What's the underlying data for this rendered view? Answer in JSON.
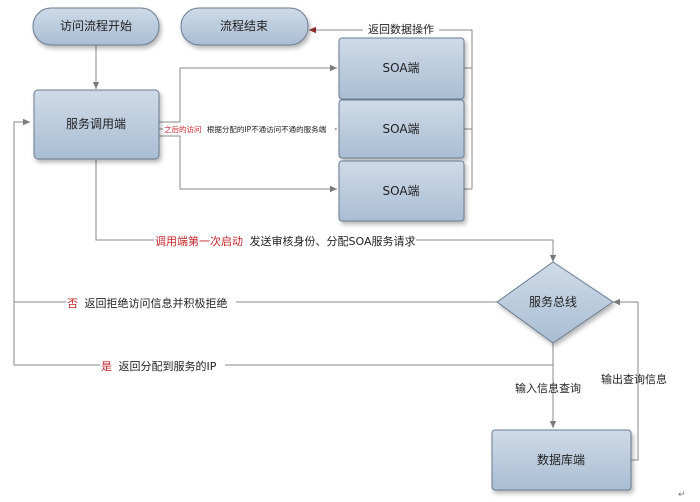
{
  "nodes": {
    "start": "访问流程开始",
    "end": "流程结束",
    "caller": "服务调用端",
    "soa1": "SOA端",
    "soa2": "SOA端",
    "soa3": "SOA端",
    "bus": "服务总线",
    "db": "数据库端"
  },
  "edges": {
    "return_data": "返回数据操作",
    "later_access_red": "之后的访问",
    "later_access_rest": "根据分配的IP不通访问不通的服务端",
    "first_call_red": "调用端第一次启动",
    "first_call_rest": "发送审核身份、分配SOA服务请求",
    "reject_red": "否",
    "reject_rest": "返回拒绝访问信息并积极拒绝",
    "accept_red": "是",
    "accept_rest": "返回分配到服务的IP",
    "db_in": "输入信息查询",
    "db_out": "输出查询信息"
  },
  "colors": {
    "node_fill": "#b8c9dc",
    "node_stroke": "#6b7c90",
    "line": "#8a8a8a",
    "dark_arrow": "#8e2a2a",
    "highlight_text": "#c0262b"
  },
  "footer_mark": "↵"
}
